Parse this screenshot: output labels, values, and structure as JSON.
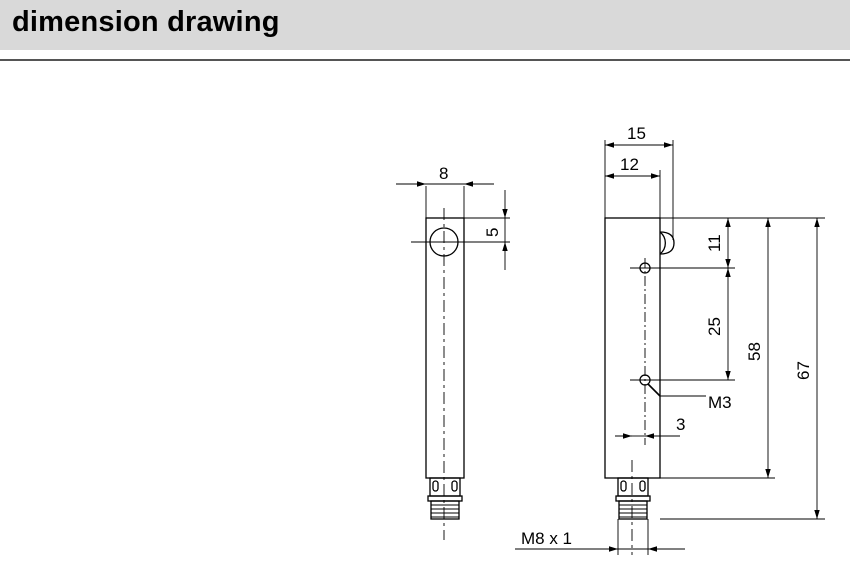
{
  "header": {
    "title": "dimension drawing"
  },
  "dimensions": {
    "side_width": "8",
    "side_hole_offset": "5",
    "front_total_width": "15",
    "front_body_width": "12",
    "hole_offset_top": "11",
    "hole_spacing": "25",
    "body_length": "58",
    "total_length": "67",
    "thread_label": "M3",
    "hole_inset": "3",
    "connector_thread": "M8 x 1"
  },
  "colors": {
    "header_bg": "#d9d9d9",
    "rule": "#555555",
    "line": "#000000"
  }
}
